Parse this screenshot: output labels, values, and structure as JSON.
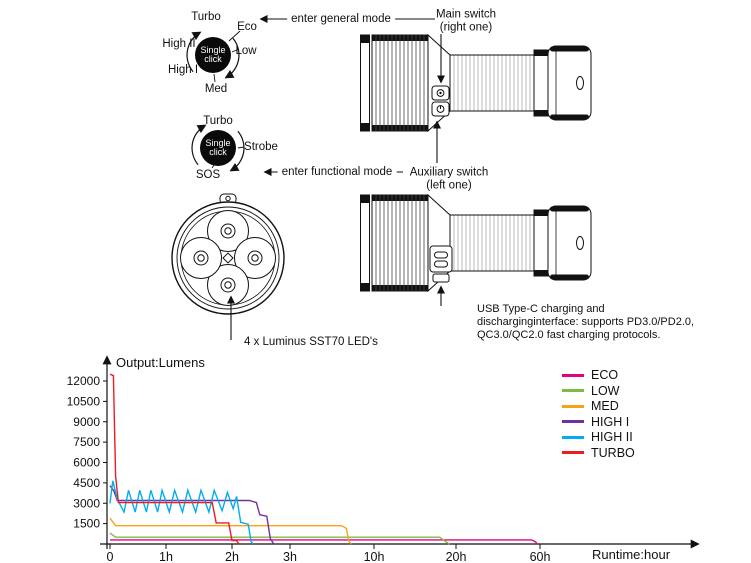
{
  "diagram": {
    "general_mode_dial": {
      "center_button": "Single click",
      "modes": [
        "Turbo",
        "Eco",
        "Low",
        "Med",
        "High I",
        "High II"
      ]
    },
    "functional_mode_dial": {
      "center_button": "Single click",
      "modes": [
        "Turbo",
        "Strobe",
        "SOS"
      ]
    },
    "labels": {
      "enter_general_mode": "enter general mode",
      "main_switch": [
        "Main switch",
        "(right one)"
      ],
      "enter_functional_mode": "enter functional mode",
      "auxiliary_switch": [
        "Auxiliary switch",
        "(left one)"
      ],
      "led_note": "4 x Luminus SST70 LED's",
      "usb_note": [
        "USB Type-C charging and",
        "discharginginterface: supports PD3.0/PD2.0,",
        "QC3.0/QC2.0 fast charging protocols."
      ]
    }
  },
  "chart_data": {
    "type": "line",
    "title": "Output:Lumens",
    "xlabel": "Runtime:hour",
    "ylabel": "Output:Lumens",
    "x_scale": "piecewise-nonlinear",
    "grid": false,
    "legend_position": "top-right",
    "x_ticks": {
      "labels": [
        "0",
        "1h",
        "2h",
        "3h",
        "10h",
        "20h",
        "60h"
      ],
      "hours": [
        0,
        1,
        2,
        3,
        10,
        20,
        60
      ]
    },
    "y_ticks": [
      1500,
      3000,
      4500,
      6000,
      7500,
      9000,
      10500,
      12000
    ],
    "ylim": [
      0,
      12800
    ],
    "series": [
      {
        "name": "ECO",
        "color": "#e5007d",
        "points": [
          [
            0,
            300
          ],
          [
            56,
            300
          ],
          [
            58,
            150
          ],
          [
            58.5,
            0
          ]
        ]
      },
      {
        "name": "LOW",
        "color": "#7fbb42",
        "points": [
          [
            0,
            800
          ],
          [
            0.1,
            500
          ],
          [
            18,
            500
          ],
          [
            18.8,
            150
          ],
          [
            19.2,
            0
          ]
        ]
      },
      {
        "name": "MED",
        "color": "#f7a21b",
        "points": [
          [
            0,
            1900
          ],
          [
            0.1,
            1350
          ],
          [
            7.3,
            1350
          ],
          [
            7.7,
            1150
          ],
          [
            7.9,
            200
          ],
          [
            8.1,
            0
          ]
        ]
      },
      {
        "name": "HIGH I",
        "color": "#7030a0",
        "points": [
          [
            0,
            4300
          ],
          [
            0.07,
            3900
          ],
          [
            0.13,
            3200
          ],
          [
            2.3,
            3200
          ],
          [
            2.42,
            3050
          ],
          [
            2.48,
            2150
          ],
          [
            2.6,
            2050
          ],
          [
            2.66,
            400
          ],
          [
            2.72,
            0
          ]
        ]
      },
      {
        "name": "HIGH II",
        "color": "#00aeef",
        "points": [
          [
            0,
            3000
          ],
          [
            0.05,
            4650
          ],
          [
            0.13,
            3300
          ],
          [
            0.25,
            2350
          ],
          [
            0.33,
            3950
          ],
          [
            0.45,
            2350
          ],
          [
            0.53,
            3950
          ],
          [
            0.65,
            2350
          ],
          [
            0.73,
            3950
          ],
          [
            0.85,
            2350
          ],
          [
            0.93,
            3950
          ],
          [
            1.05,
            2350
          ],
          [
            1.13,
            3950
          ],
          [
            1.25,
            2350
          ],
          [
            1.33,
            3950
          ],
          [
            1.45,
            2350
          ],
          [
            1.53,
            3950
          ],
          [
            1.65,
            2350
          ],
          [
            1.73,
            3950
          ],
          [
            1.85,
            2450
          ],
          [
            1.93,
            3800
          ],
          [
            2.02,
            2600
          ],
          [
            2.08,
            3500
          ],
          [
            2.15,
            1600
          ],
          [
            2.28,
            1450
          ],
          [
            2.33,
            200
          ],
          [
            2.36,
            0
          ]
        ]
      },
      {
        "name": "TURBO",
        "color": "#ed1c24",
        "points": [
          [
            0,
            12500
          ],
          [
            0.06,
            12400
          ],
          [
            0.1,
            5000
          ],
          [
            0.15,
            3050
          ],
          [
            1.7,
            3050
          ],
          [
            1.76,
            1550
          ],
          [
            1.95,
            1550
          ],
          [
            2.0,
            250
          ],
          [
            2.08,
            250
          ],
          [
            2.12,
            0
          ]
        ]
      }
    ]
  }
}
